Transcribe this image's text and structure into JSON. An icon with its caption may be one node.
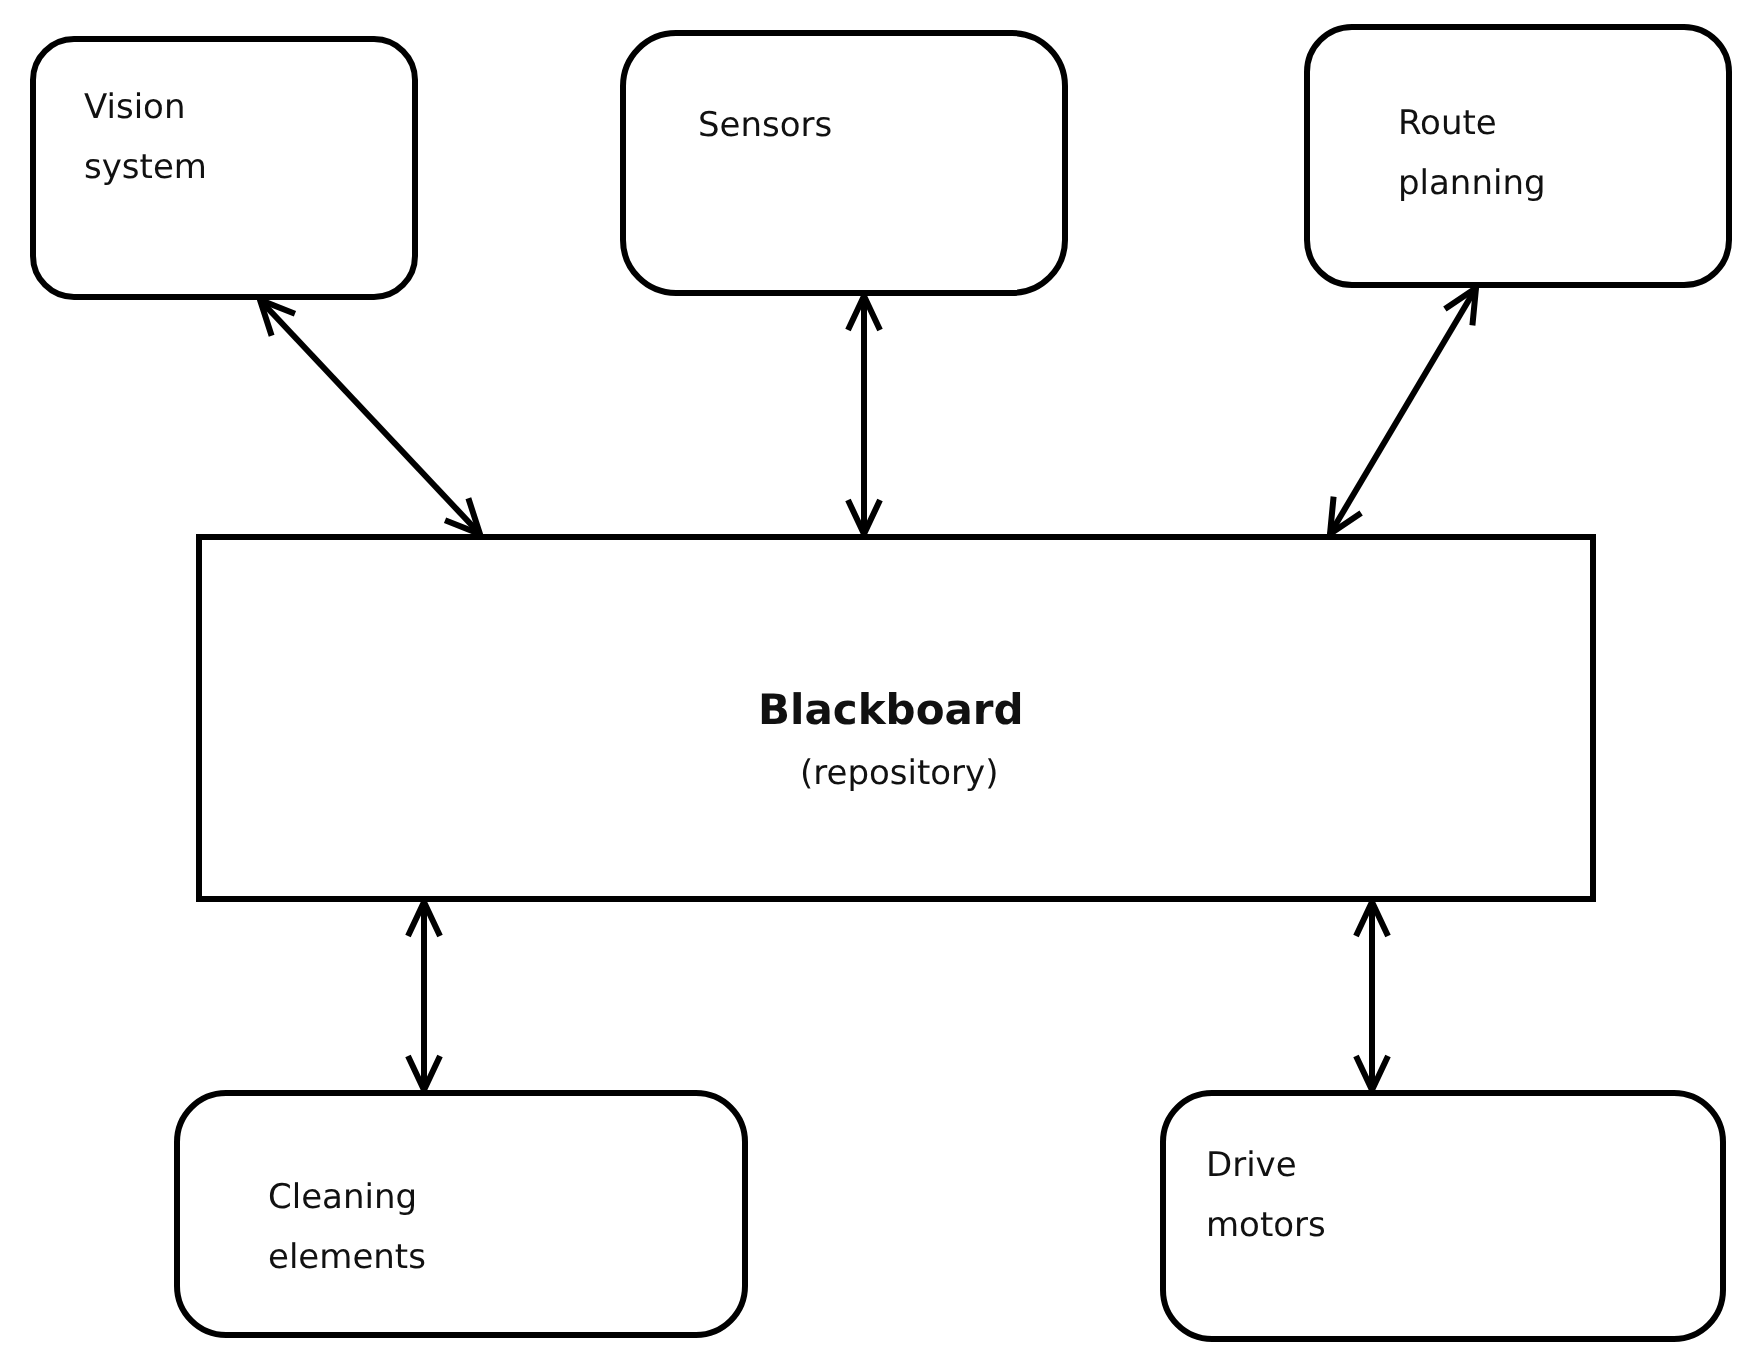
{
  "diagram": {
    "nodes": [
      {
        "text": [
          "Vision system"
        ]
      },
      {
        "text": [
          "Sensors"
        ]
      },
      {
        "text": [
          "Route planning"
        ]
      },
      {
        "text": [
          "Blackboard",
          "(repository)"
        ]
      },
      {
        "text": [
          "Cleaning elements"
        ]
      },
      {
        "text": [
          "Drive motors"
        ]
      }
    ],
    "edges": [
      {
        "from": 0,
        "to": 3,
        "arrow": "both"
      },
      {
        "from": 1,
        "to": 3,
        "arrow": "both"
      },
      {
        "from": 2,
        "to": 3,
        "arrow": "both"
      },
      {
        "from": 3,
        "to": 4,
        "arrow": "both"
      },
      {
        "from": 3,
        "to": 5,
        "arrow": "both"
      }
    ]
  }
}
